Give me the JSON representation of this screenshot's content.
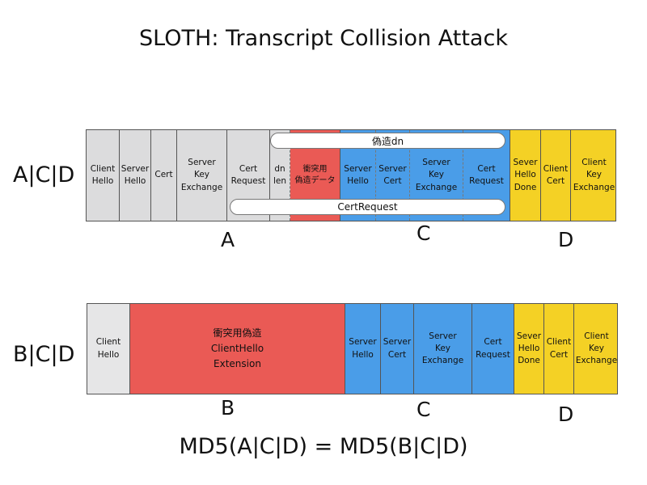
{
  "title": "SLOTH: Transcript Collision Attack",
  "row1": {
    "label": "A|C|D",
    "cells": [
      "Client\nHello",
      "Server\nHello",
      "Cert",
      "Server\nKey\nExchange",
      "Cert\nRequest",
      "dn\nlen",
      "衝突用\n偽造データ",
      "Server\nHello",
      "Server\nCert",
      "Server\nKey\nExchange",
      "Cert\nRequest",
      "Sever\nHello\nDone",
      "Client\nCert",
      "Client\nKey\nExchange"
    ],
    "pill_top": "偽造dn",
    "pill_bottom": "CertRequest",
    "groups": [
      "A",
      "C",
      "D"
    ]
  },
  "row2": {
    "label": "B|C|D",
    "cells": [
      "Client\nHello",
      "衝突用偽造\nClientHello\nExtension",
      "Server\nHello",
      "Server\nCert",
      "Server\nKey\nExchange",
      "Cert\nRequest",
      "Sever\nHello\nDone",
      "Client\nCert",
      "Client\nKey\nExchange"
    ],
    "groups": [
      "B",
      "C",
      "D"
    ]
  },
  "formula": "MD5(A|C|D) = MD5(B|C|D)",
  "colors": {
    "gray": "#dcdcdd",
    "red": "#ea5a55",
    "blue": "#4a9de8",
    "yellow": "#f4d125"
  }
}
